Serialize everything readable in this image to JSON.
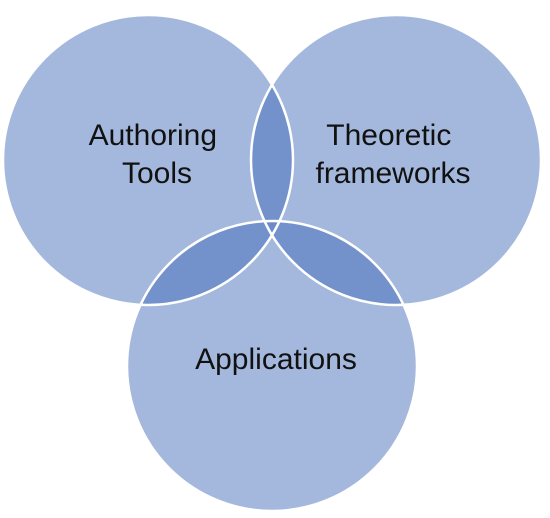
{
  "diagram": {
    "type": "venn",
    "sets": [
      {
        "id": "authoring",
        "lines": [
          "Authoring",
          "Tools"
        ]
      },
      {
        "id": "theoretic",
        "lines": [
          "Theoretic",
          "frameworks"
        ]
      },
      {
        "id": "applications",
        "lines": [
          "Applications"
        ]
      }
    ]
  },
  "colors": {
    "circle_fill": "#a3b8dc",
    "pair_overlap": "#7391cb",
    "center_overlap": "#6a8ac8",
    "outline": "#ffffff",
    "text": "#111111",
    "background": "#ffffff"
  }
}
